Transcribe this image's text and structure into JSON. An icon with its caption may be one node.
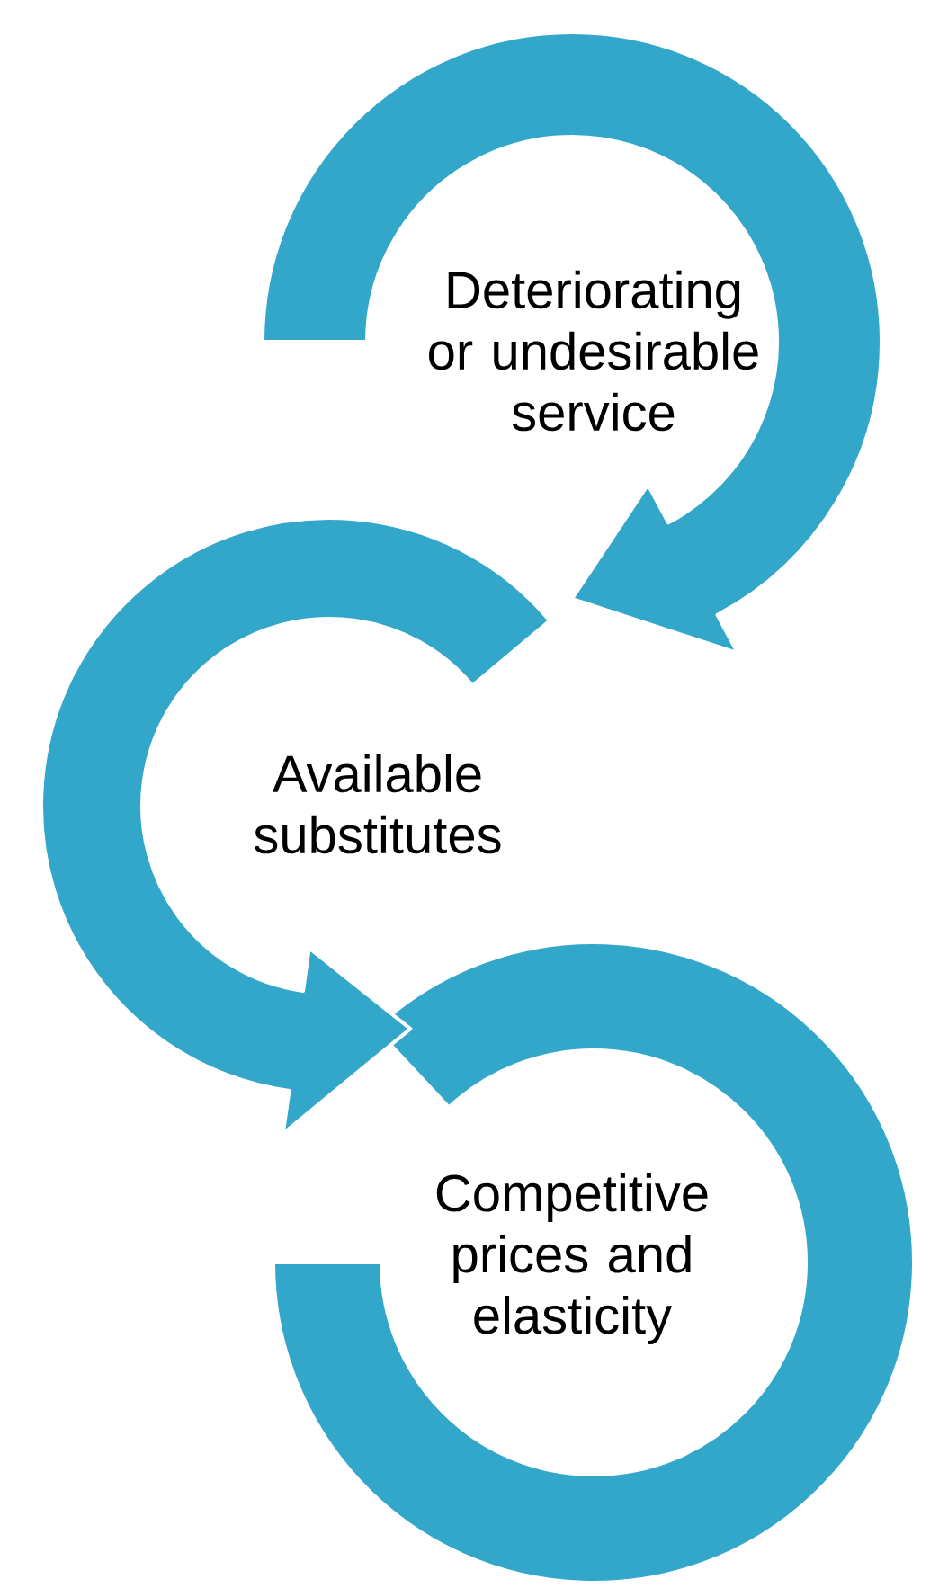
{
  "diagram": {
    "nodes": [
      {
        "text": [
          "Deteriorating or undesirable service"
        ]
      },
      {
        "text": [
          "Available substitutes"
        ]
      },
      {
        "text": [
          "Competitive prices and elasticity"
        ]
      }
    ],
    "edges": [
      {
        "from": 0,
        "to": 1,
        "arrow": "to"
      },
      {
        "from": 1,
        "to": 2,
        "arrow": "to"
      }
    ]
  }
}
